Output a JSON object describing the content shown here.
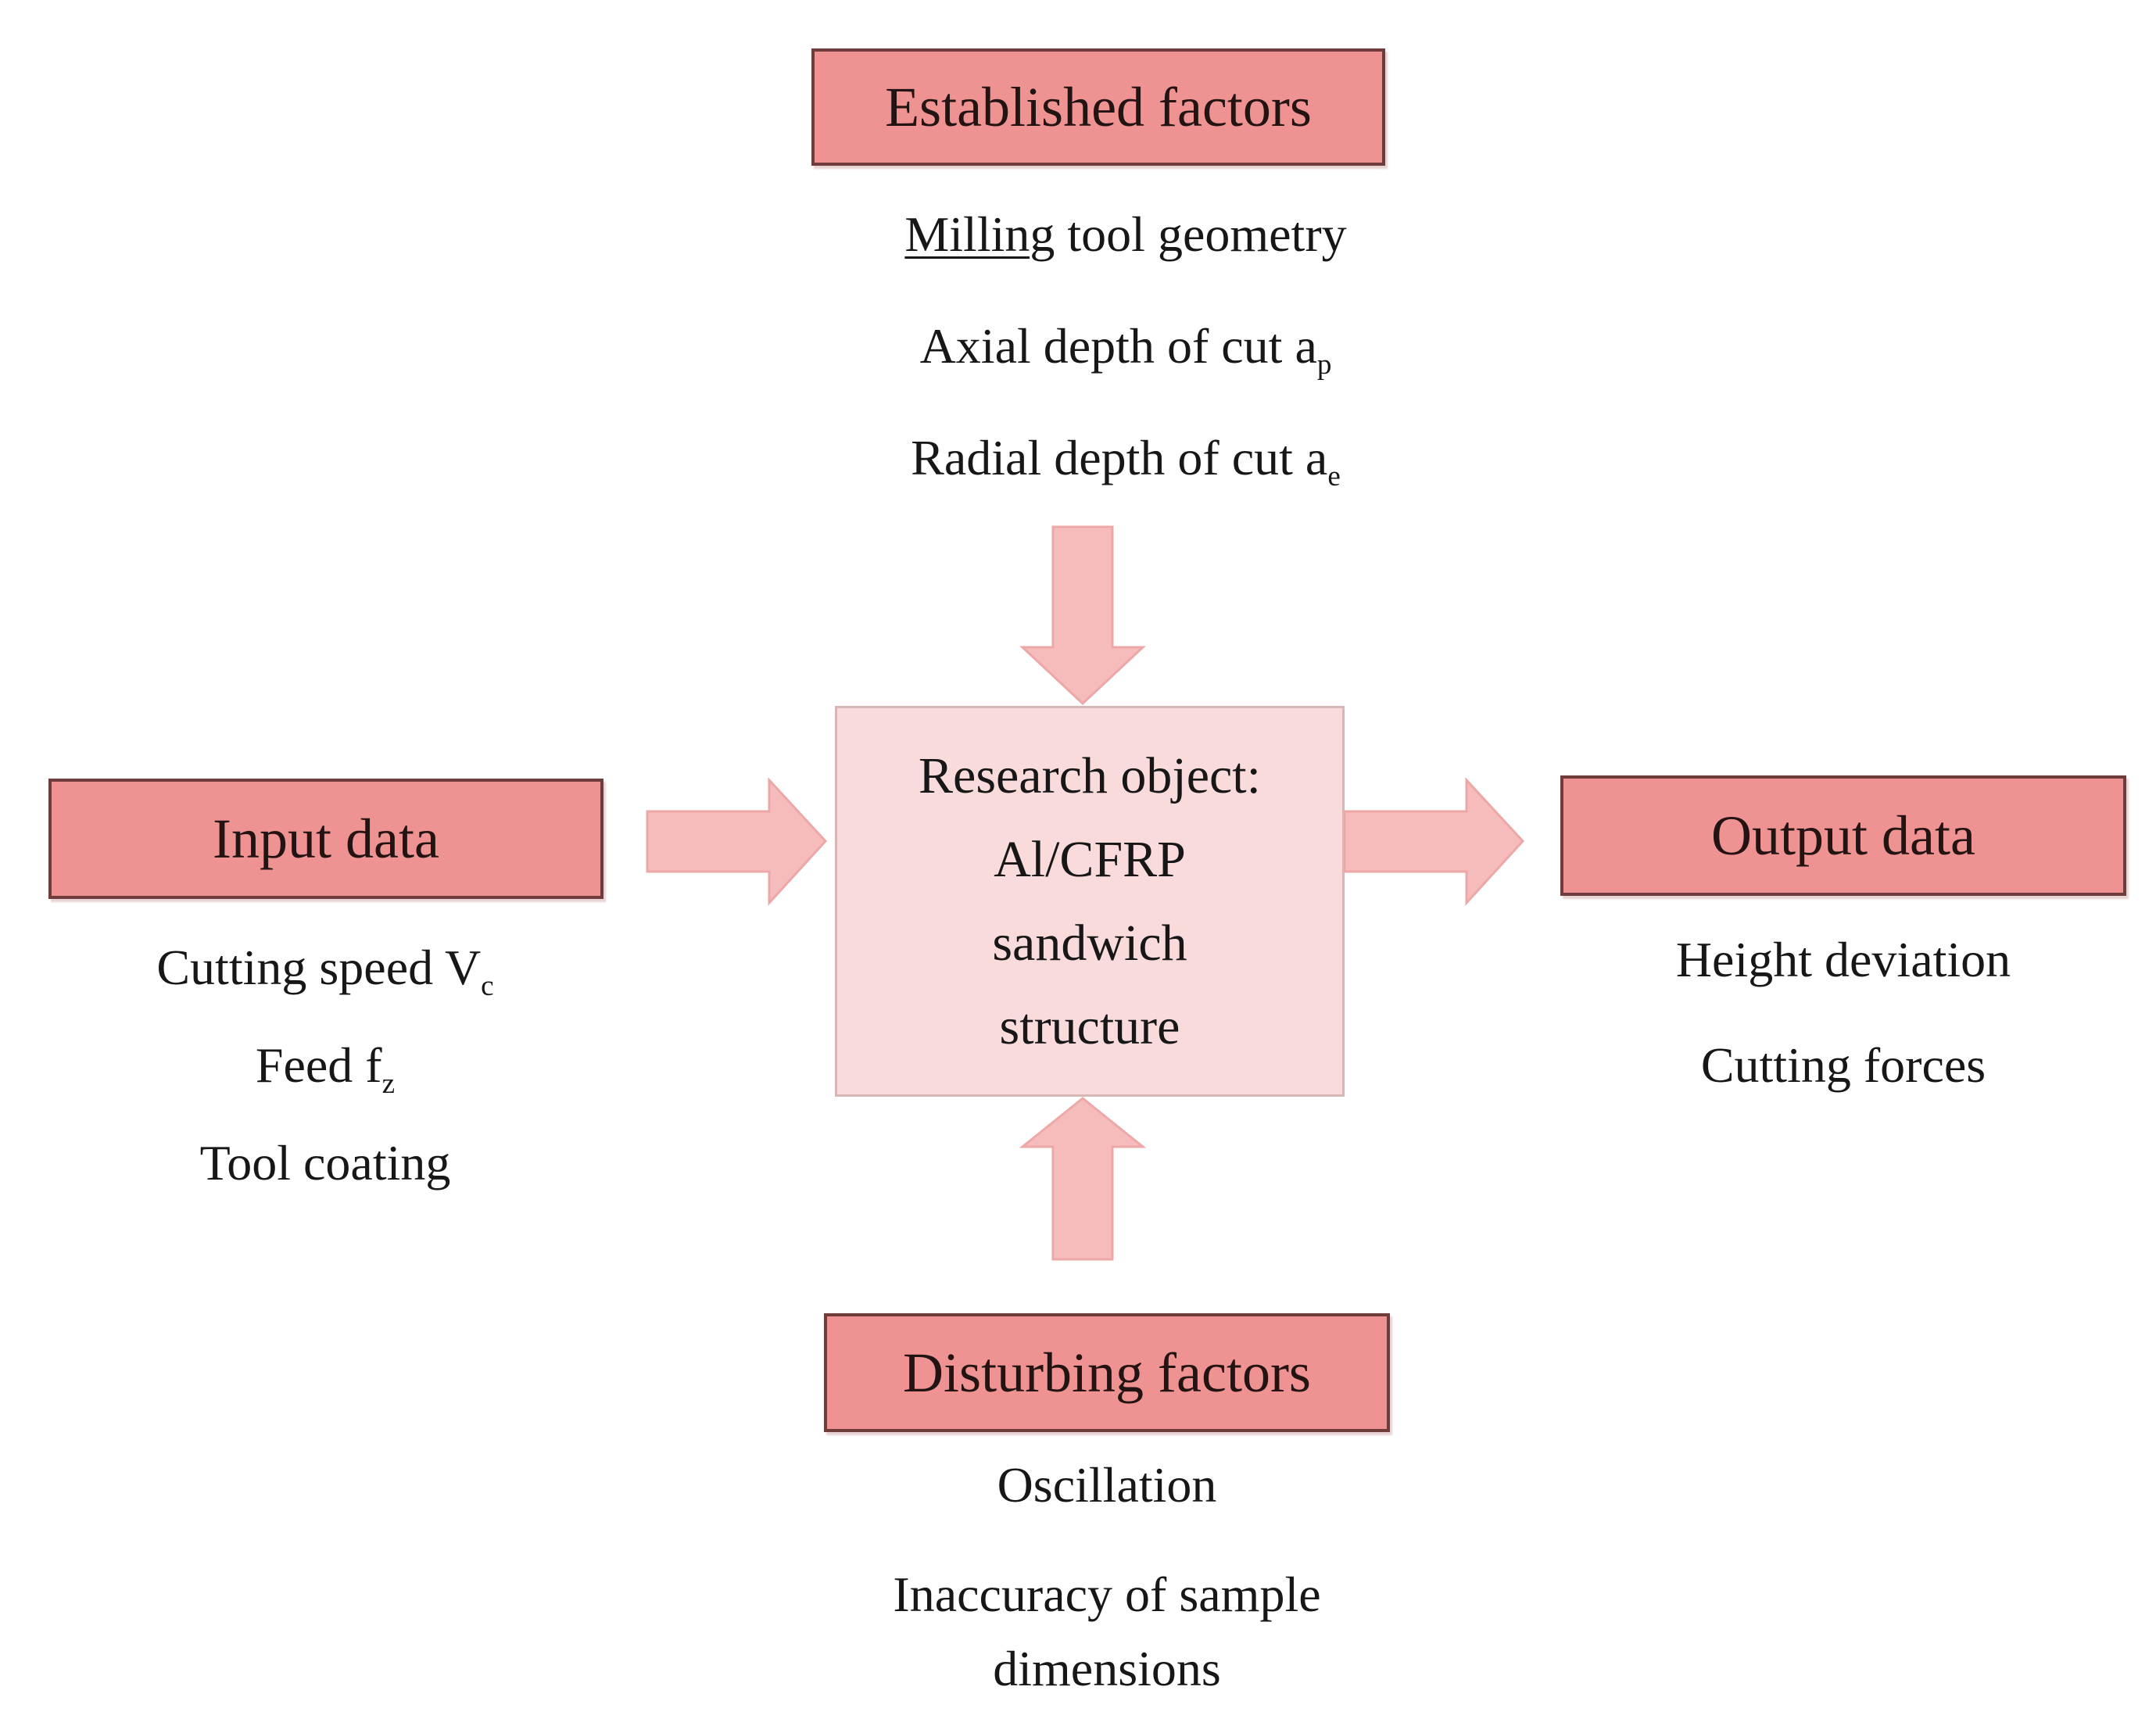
{
  "figure": {
    "center_box": {
      "lines": [
        "Research object:",
        "Al/CFRP",
        "sandwich",
        "structure"
      ]
    },
    "established": {
      "title": "Established factors",
      "items": [
        {
          "underline": "Milling",
          "text": " tool geometry",
          "sub": ""
        },
        {
          "underline": "",
          "text": "Axial depth of cut a",
          "sub": "p"
        },
        {
          "underline": "",
          "text": "Radial depth of cut a",
          "sub": "e"
        }
      ]
    },
    "input": {
      "title": "Input data",
      "items": [
        {
          "underline": "",
          "text": "Cutting speed V",
          "sub": "c"
        },
        {
          "underline": "",
          "text": "Feed f",
          "sub": "z"
        },
        {
          "underline": "",
          "text": "Tool coating",
          "sub": ""
        }
      ]
    },
    "output": {
      "title": "Output data",
      "items": [
        {
          "underline": "",
          "text": "Height deviation",
          "sub": ""
        },
        {
          "underline": "",
          "text": "Cutting forces",
          "sub": ""
        }
      ]
    },
    "disturbing": {
      "title": "Disturbing factors",
      "items": [
        {
          "underline": "",
          "text": "Oscillation",
          "sub": ""
        },
        {
          "underline": "",
          "text": "Inaccuracy of sample dimensions",
          "sub": ""
        }
      ]
    },
    "colors": {
      "label_box_fill": "#ee9292",
      "label_box_border": "#703b3b",
      "center_box_fill": "#fadbdb",
      "center_box_border": "#d9b6b6",
      "arrow_fill": "#f6bcbc",
      "arrow_border": "#eda7a7",
      "title_text": "#231313",
      "body_text": "#171717",
      "background": "#ffffff"
    }
  }
}
